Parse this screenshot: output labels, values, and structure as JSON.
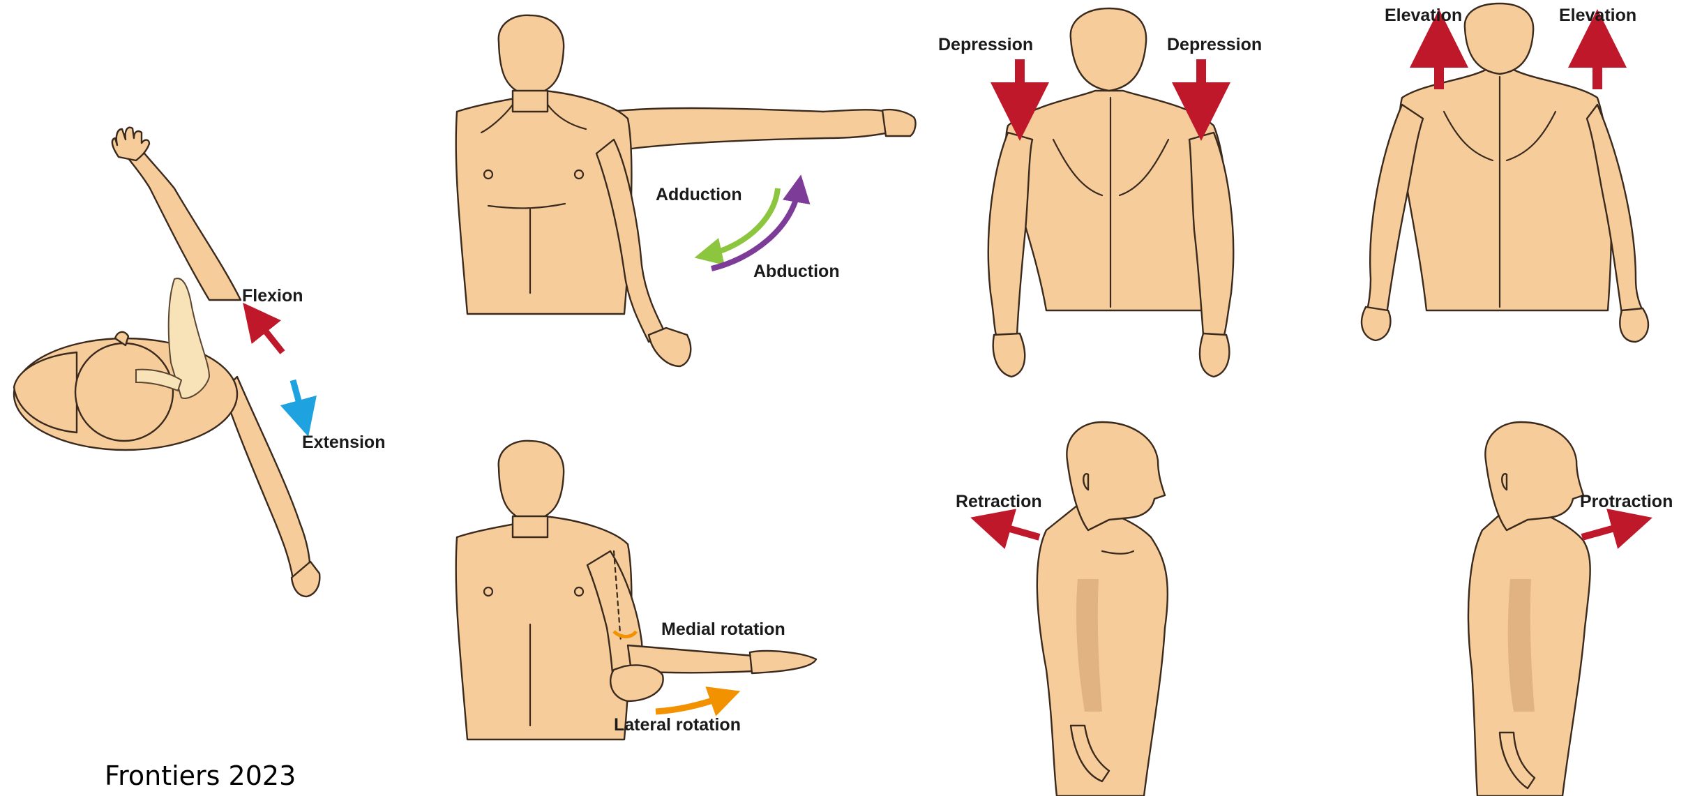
{
  "labels": {
    "flexion": "Flexion",
    "extension": "Extension",
    "adduction": "Adduction",
    "abduction": "Abduction",
    "depression_left": "Depression",
    "depression_right": "Depression",
    "elevation_left": "Elevation",
    "elevation_right": "Elevation",
    "medial_rotation": "Medial rotation",
    "lateral_rotation": "Lateral rotation",
    "retraction": "Retraction",
    "protraction": "Protraction"
  },
  "credit": "Frontiers 2023",
  "colors": {
    "skin": "#f6cc9a",
    "outline": "#3a2a1e",
    "red_arrow": "#c0182b",
    "blue_arrow": "#1fa3e0",
    "green_arrow": "#8cc63f",
    "purple_arrow": "#7d3c98",
    "orange_arrow": "#f39200"
  }
}
